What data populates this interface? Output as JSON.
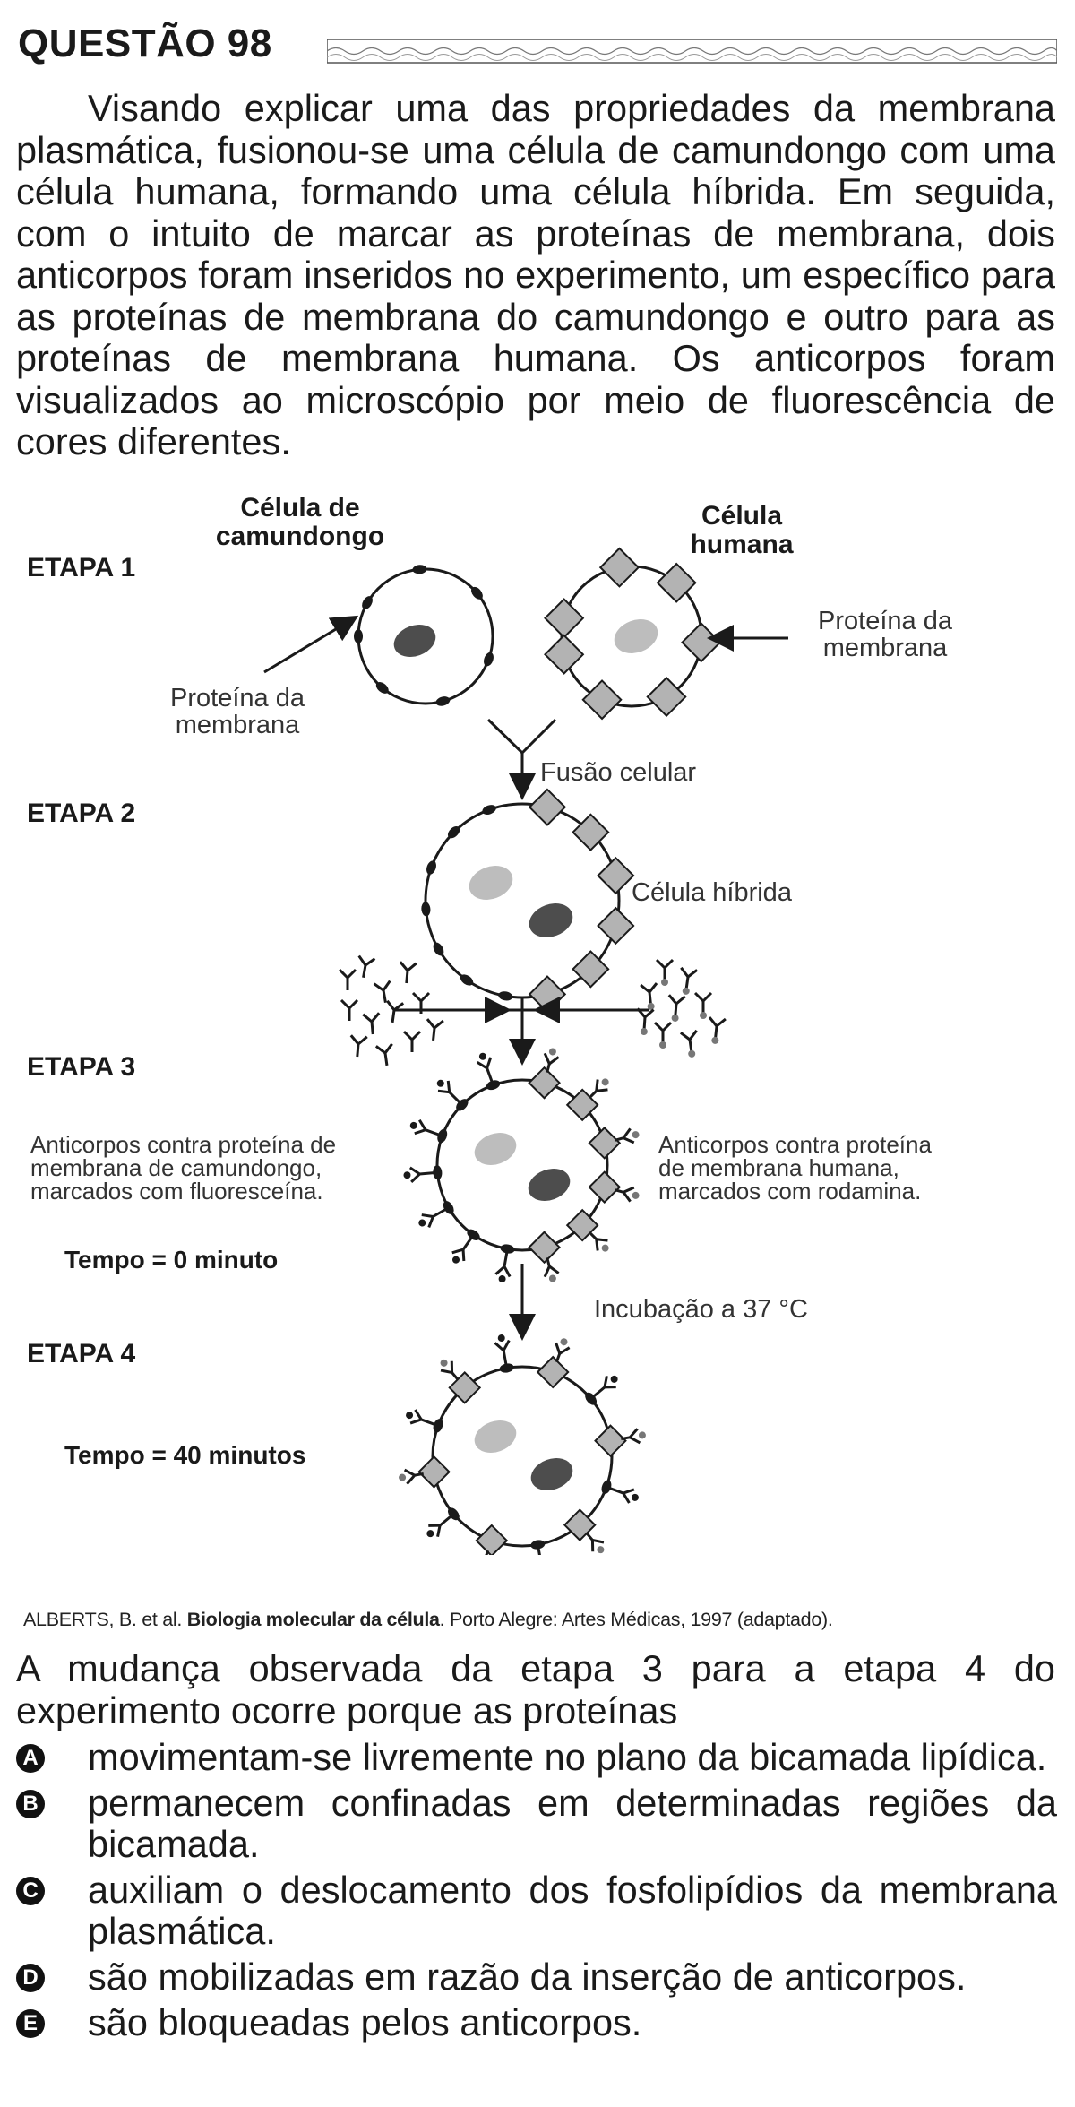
{
  "question": {
    "title": "QUESTÃO 98",
    "intro": "Visando explicar uma das propriedades da membrana plasmática, fusionou-se uma célula de camundongo com uma célula humana, formando uma célula híbrida. Em seguida, com o intuito de marcar as proteínas de membrana, dois anticorpos foram inseridos no experimento, um específico para as proteínas de membrana do camundongo e outro para as proteínas de membrana humana. Os anticorpos foram visualizados ao microscópio por meio de fluorescência de cores diferentes."
  },
  "diagram": {
    "mouse_cell_label": [
      "Célula de",
      "camundongo"
    ],
    "human_cell_label": [
      "Célula",
      "humana"
    ],
    "membrane_protein_left": [
      "Proteína da",
      "membrana"
    ],
    "membrane_protein_right": [
      "Proteína da",
      "membrana"
    ],
    "etapa1": "ETAPA 1",
    "etapa2": "ETAPA 2",
    "etapa3": "ETAPA 3",
    "etapa4": "ETAPA 4",
    "fusion": "Fusão celular",
    "hybrid": "Célula híbrida",
    "antibodies_mouse": [
      "Anticorpos contra proteína de",
      "membrana de camundongo,",
      "marcados com fluoresceína."
    ],
    "antibodies_human": [
      "Anticorpos contra proteína",
      "de membrana humana,",
      "marcados com rodamina."
    ],
    "time0": "Tempo = 0 minuto",
    "incubation": "Incubação a 37 °C",
    "time40": "Tempo = 40 minutos",
    "colors": {
      "dark_nucleus": "#4d4d4d",
      "light_nucleus": "#bdbdbd",
      "protein_fill": "#b3b3b3",
      "ink": "#1a1a1a"
    }
  },
  "citation": {
    "authors": "ALBERTS, B. et al. ",
    "title": "Biologia molecular da célula",
    "rest": ". Porto Alegre: Artes Médicas, 1997 (adaptado)."
  },
  "stem": "A mudança observada da etapa 3 para a etapa 4 do experimento ocorre porque as proteínas",
  "options": [
    {
      "letter": "A",
      "text": "movimentam-se livremente no plano da bicamada lipídica."
    },
    {
      "letter": "B",
      "text": "permanecem confinadas em determinadas regiões da bicamada."
    },
    {
      "letter": "C",
      "text": "auxiliam o deslocamento dos fosfolipídios da membrana plasmática."
    },
    {
      "letter": "D",
      "text": "são mobilizadas em razão da inserção de anticorpos."
    },
    {
      "letter": "E",
      "text": "são bloqueadas pelos anticorpos."
    }
  ]
}
